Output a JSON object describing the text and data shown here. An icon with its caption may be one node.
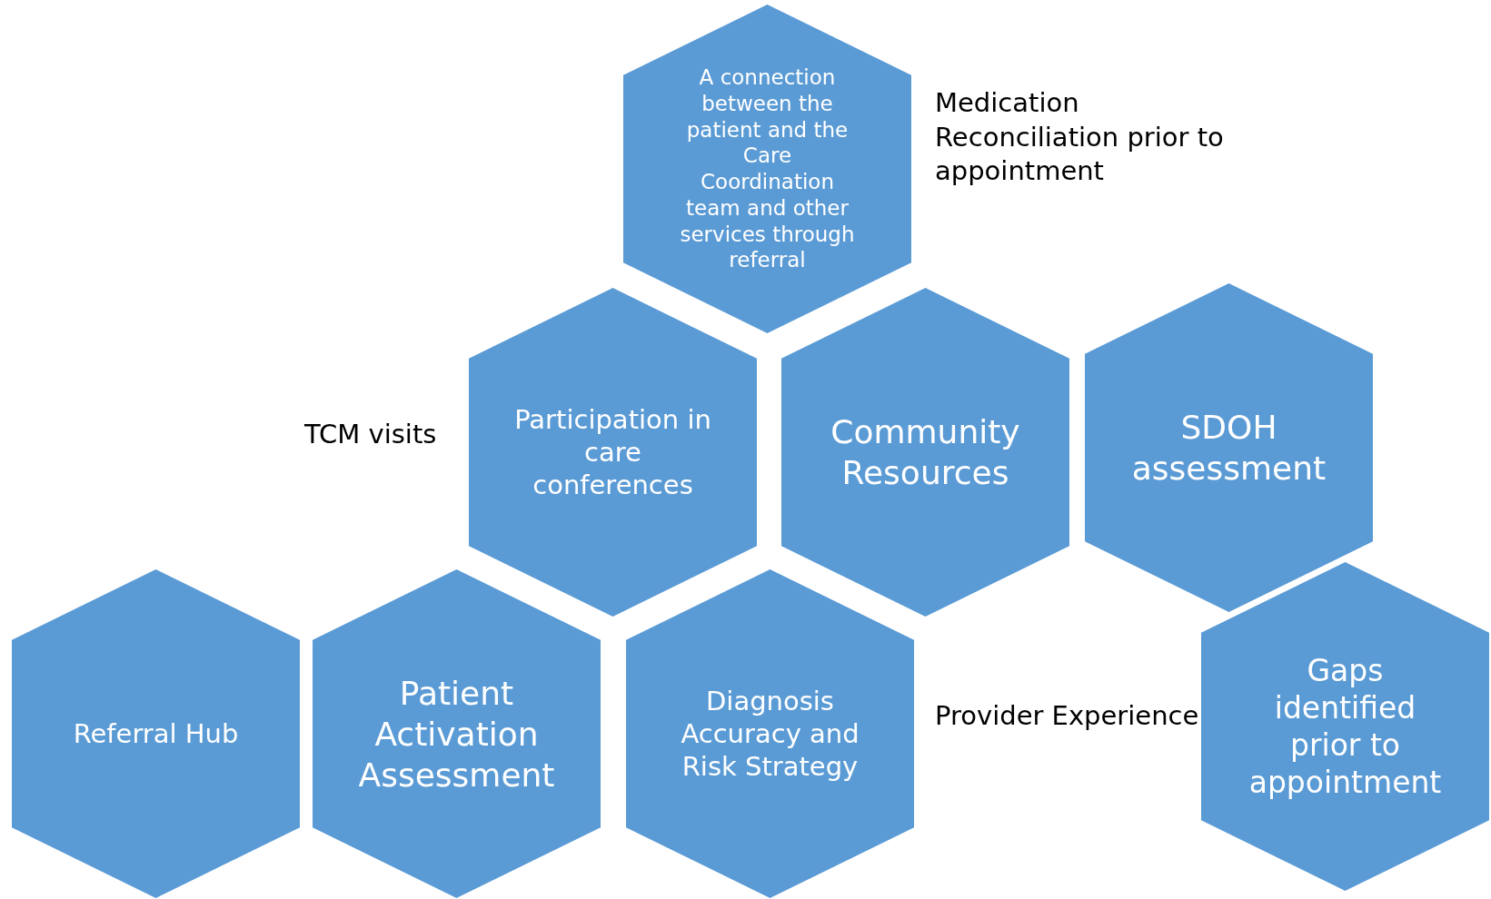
{
  "diagram": {
    "nodes": [
      {
        "text": [
          "A connection between the patient and the Care Coordination team and other services through referral"
        ]
      },
      {
        "text": [
          "Participation in care conferences"
        ]
      },
      {
        "text": [
          "Community Resources"
        ]
      },
      {
        "text": [
          "SDOH assessment"
        ]
      },
      {
        "text": [
          "Referral Hub"
        ]
      },
      {
        "text": [
          "Patient Activation Assessment"
        ]
      },
      {
        "text": [
          "Diagnosis Accuracy and Risk Strategy"
        ]
      },
      {
        "text": [
          "Gaps identified prior to appointment"
        ]
      }
    ],
    "edges": [],
    "labels": [
      "Medication Reconciliation prior to appointment",
      "TCM visits",
      "Provider Experience"
    ]
  }
}
